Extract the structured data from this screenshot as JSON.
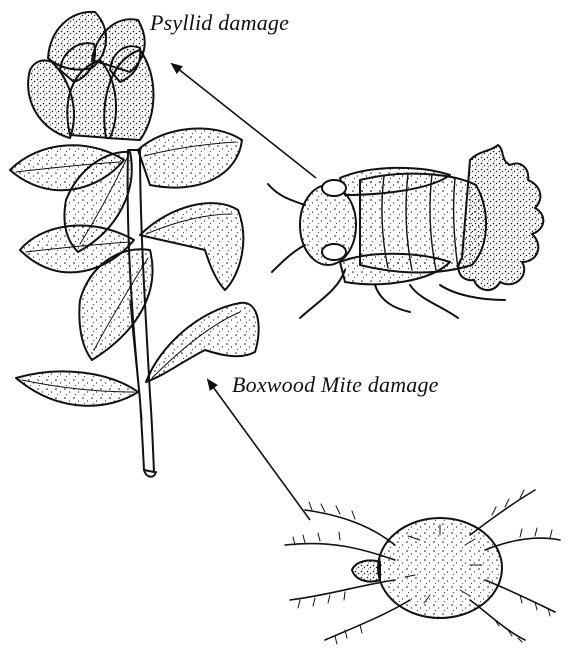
{
  "labels": {
    "psyllid_damage": "Psyllid damage",
    "boxwood_mite_damage": "Boxwood Mite damage"
  },
  "colors": {
    "ink": "#111111",
    "paper": "#ffffff"
  },
  "icons": {
    "plant": "boxwood-branch-illustration",
    "psyllid": "psyllid-nymph-illustration",
    "mite": "boxwood-mite-illustration"
  }
}
